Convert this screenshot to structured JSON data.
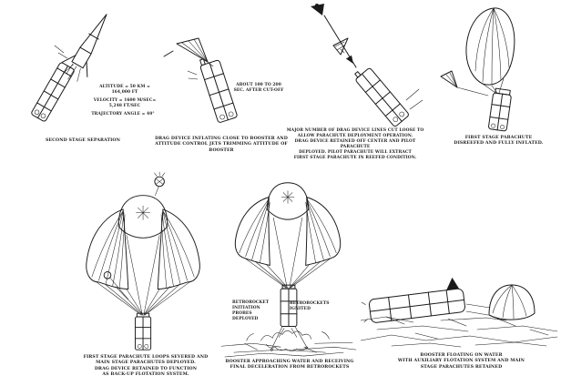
{
  "figure": {
    "background": "#ffffff",
    "ink": "#1b1b1b",
    "panels": {
      "second_stage_separation": {
        "altitude": "ALTITUDE = 50 KM =\n164,000 FT",
        "velocity": "VELOCITY = 1600 M/SEC=\n5,248 FT/SEC",
        "trajectory": "TRAJECTORY ANGLE = 40°",
        "caption": "SECOND STAGE SEPARATION"
      },
      "drag_device_inflating": {
        "note": "ABOUT 100 TO 200\nSEC. AFTER CUT-OFF",
        "caption": "DRAG DEVICE INFLATING CLOSE TO BOOSTER AND\nATTITUDE CONTROL JETS TRIMMING ATTITUDE OF BOOSTER"
      },
      "lines_cut_loose": {
        "caption": "MAJOR NUMBER OF DRAG DEVICE LINES CUT LOOSE TO\nALLOW PARACHUTE DEPLOYMENT OPERATION.\nDRAG DEVICE RETAINED OFF CENTER AND PILOT PARACHUTE\nDEPLOYED.  PILOT PARACHUTE WILL EXTRACT\nFIRST STAGE PARACHUTE IN REEFED CONDITION."
      },
      "first_stage_chute": {
        "caption": "FIRST STAGE PARACHUTE\nDISREEFED AND FULLY INFLATED."
      },
      "main_chutes_deployed": {
        "caption": "FIRST STAGE PARACHUTE LOOPS SEVERED AND\nMAIN STAGE PARACHUTES DEPLOYED.\nDRAG DEVICE RETAINED TO FUNCTION\nAS BACK-UP FLOTATION SYSTEM."
      },
      "retrorockets": {
        "label_left": "RETROROCKET\nINITIATION\nPROBES\nDEPLOYED",
        "label_right": "RETROROCKETS\nIGNITED",
        "caption": "BOOSTER APPROACHING WATER AND RECEIVING\nFINAL DECELERATION FROM RETROROCKETS"
      },
      "floating": {
        "caption": "BOOSTER FLOATING ON WATER\nWITH AUXILIARY FLOTATION SYSTEM AND MAIN\nSTAGE PARACHUTES RETAINED"
      }
    }
  }
}
